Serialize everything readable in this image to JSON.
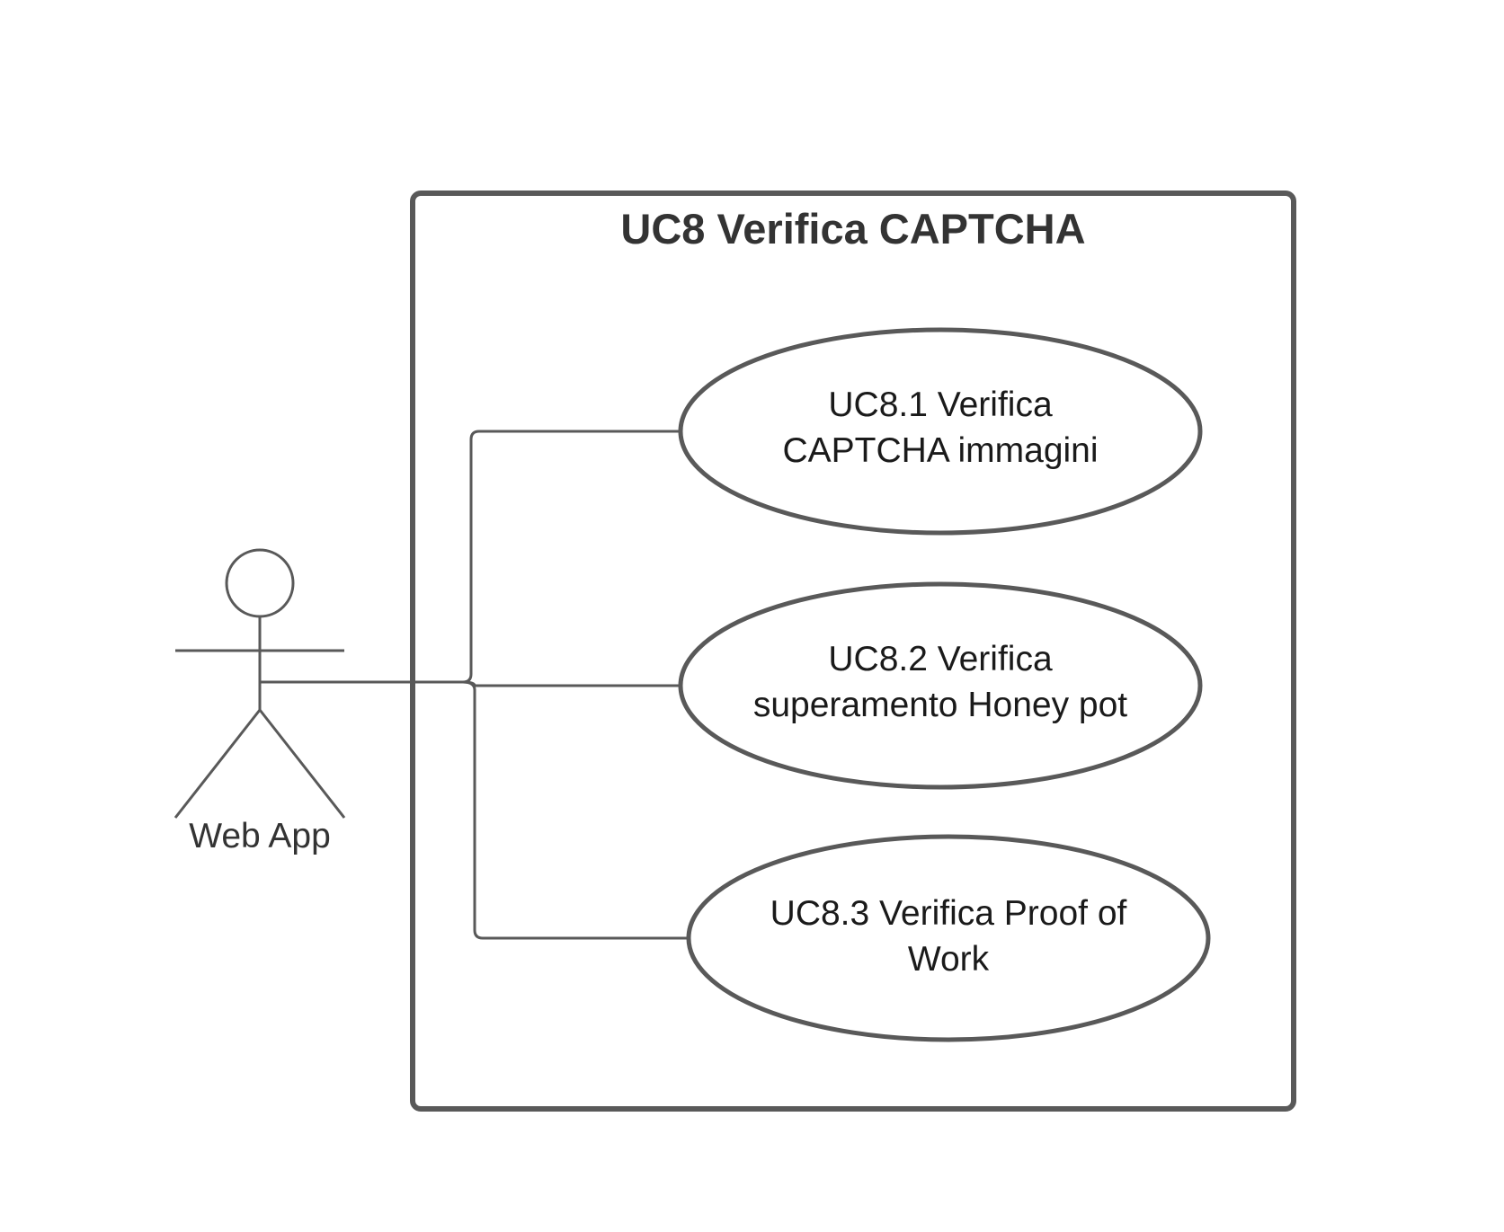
{
  "system": {
    "title": "UC8 Verifica CAPTCHA"
  },
  "actor": {
    "label": "Web App"
  },
  "use_cases": [
    {
      "id": "uc8-1",
      "lines": [
        "UC8.1 Verifica",
        "CAPTCHA immagini"
      ]
    },
    {
      "id": "uc8-2",
      "lines": [
        "UC8.2 Verifica",
        "superamento Honey pot"
      ]
    },
    {
      "id": "uc8-3",
      "lines": [
        "UC8.3 Verifica Proof of",
        "Work"
      ]
    }
  ],
  "colors": {
    "stroke": "#595959",
    "text": "#1a1a1a",
    "title": "#333333"
  }
}
